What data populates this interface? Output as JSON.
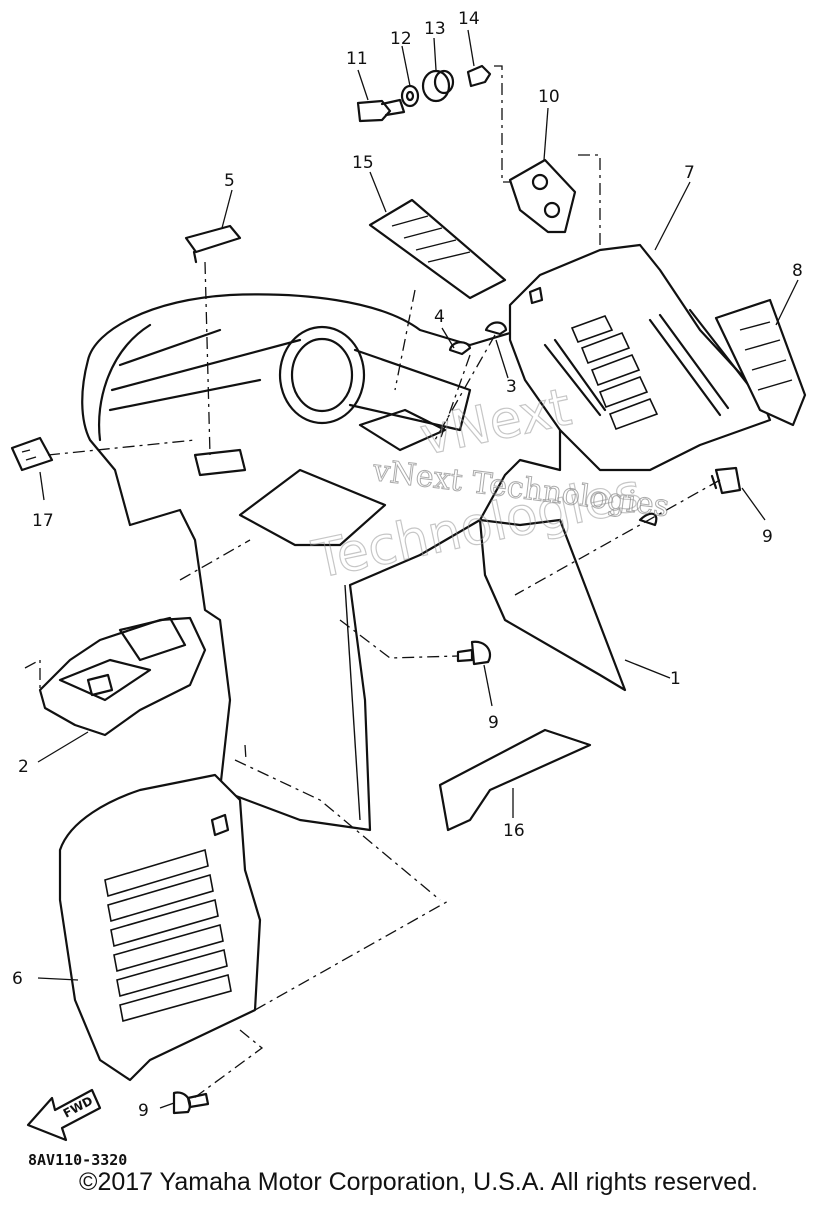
{
  "diagram": {
    "callouts": [
      {
        "id": "c1",
        "text": "1"
      },
      {
        "id": "c2",
        "text": "2"
      },
      {
        "id": "c3",
        "text": "3"
      },
      {
        "id": "c4",
        "text": "4"
      },
      {
        "id": "c5",
        "text": "5"
      },
      {
        "id": "c6",
        "text": "6"
      },
      {
        "id": "c7",
        "text": "7"
      },
      {
        "id": "c8",
        "text": "8"
      },
      {
        "id": "c9a",
        "text": "9"
      },
      {
        "id": "c9b",
        "text": "9"
      },
      {
        "id": "c9c",
        "text": "9"
      },
      {
        "id": "c10",
        "text": "10"
      },
      {
        "id": "c11",
        "text": "11"
      },
      {
        "id": "c12",
        "text": "12"
      },
      {
        "id": "c13",
        "text": "13"
      },
      {
        "id": "c14",
        "text": "14"
      },
      {
        "id": "c15",
        "text": "15"
      },
      {
        "id": "c16",
        "text": "16"
      },
      {
        "id": "c17",
        "text": "17"
      }
    ],
    "direction_arrow_label": "FWD",
    "watermark_line1": "vNext Technologies",
    "watermark_line2a": "vNext",
    "watermark_line2b": "Technologies",
    "drawing_code": "8AV110-3320"
  },
  "footer": {
    "copyright": "©2017 Yamaha Motor Corporation, U.S.A. All rights reserved."
  }
}
